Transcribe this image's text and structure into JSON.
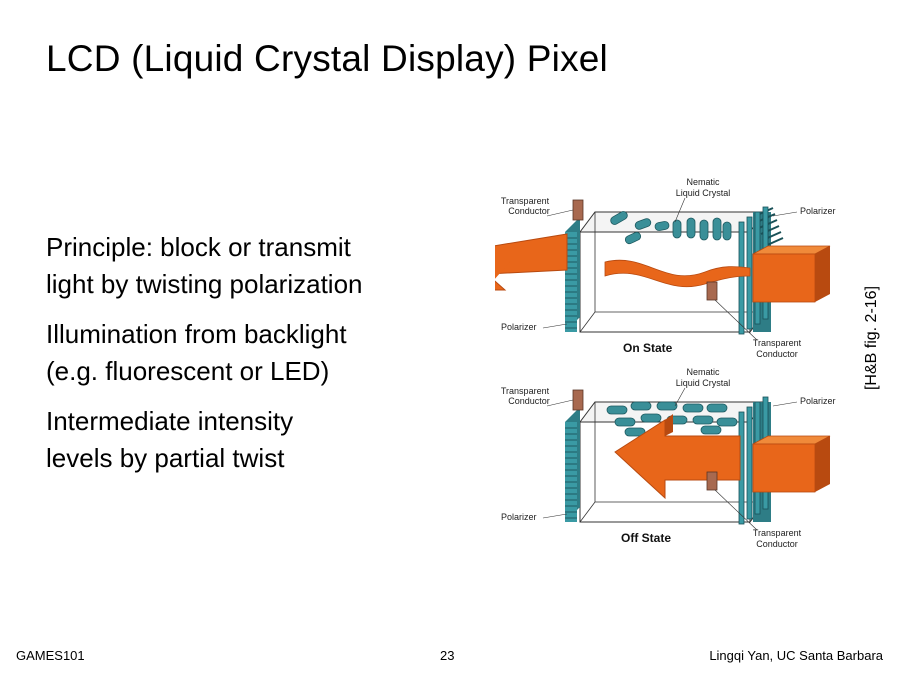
{
  "slide": {
    "title": "LCD (Liquid Crystal Display) Pixel",
    "bullets": [
      {
        "line1": "Principle: block or transmit",
        "line2": "light by twisting polarization"
      },
      {
        "line1": "Illumination from backlight",
        "line2": "(e.g. fluorescent or LED)"
      },
      {
        "line1": "Intermediate intensity",
        "line2": "levels by partial twist"
      }
    ],
    "citation": "[H&B fig. 2-16]"
  },
  "figure": {
    "top_panel": {
      "state_label": "On State",
      "nematic": [
        "Nematic",
        "Liquid Crystal"
      ],
      "transparent_conductor_left": [
        "Transparent",
        "Conductor"
      ],
      "polarizer_right": "Polarizer",
      "polarizer_left": "Polarizer",
      "transparent_conductor_bottom": [
        "Transparent",
        "Conductor"
      ]
    },
    "bottom_panel": {
      "state_label": "Off State",
      "nematic": [
        "Nematic",
        "Liquid Crystal"
      ],
      "transparent_conductor_left": [
        "Transparent",
        "Conductor"
      ],
      "polarizer_right": "Polarizer",
      "polarizer_left": "Polarizer",
      "transparent_conductor_bottom": [
        "Transparent",
        "Conductor"
      ]
    },
    "colors": {
      "arrow": "#e8661a",
      "arrow_dark": "#b84a10",
      "polarizer": "#2e7d86",
      "crystal": "#3a8f98",
      "conductor": "#a8694f"
    }
  },
  "footer": {
    "left": "GAMES101",
    "page": "23",
    "right": "Lingqi Yan, UC Santa Barbara"
  }
}
